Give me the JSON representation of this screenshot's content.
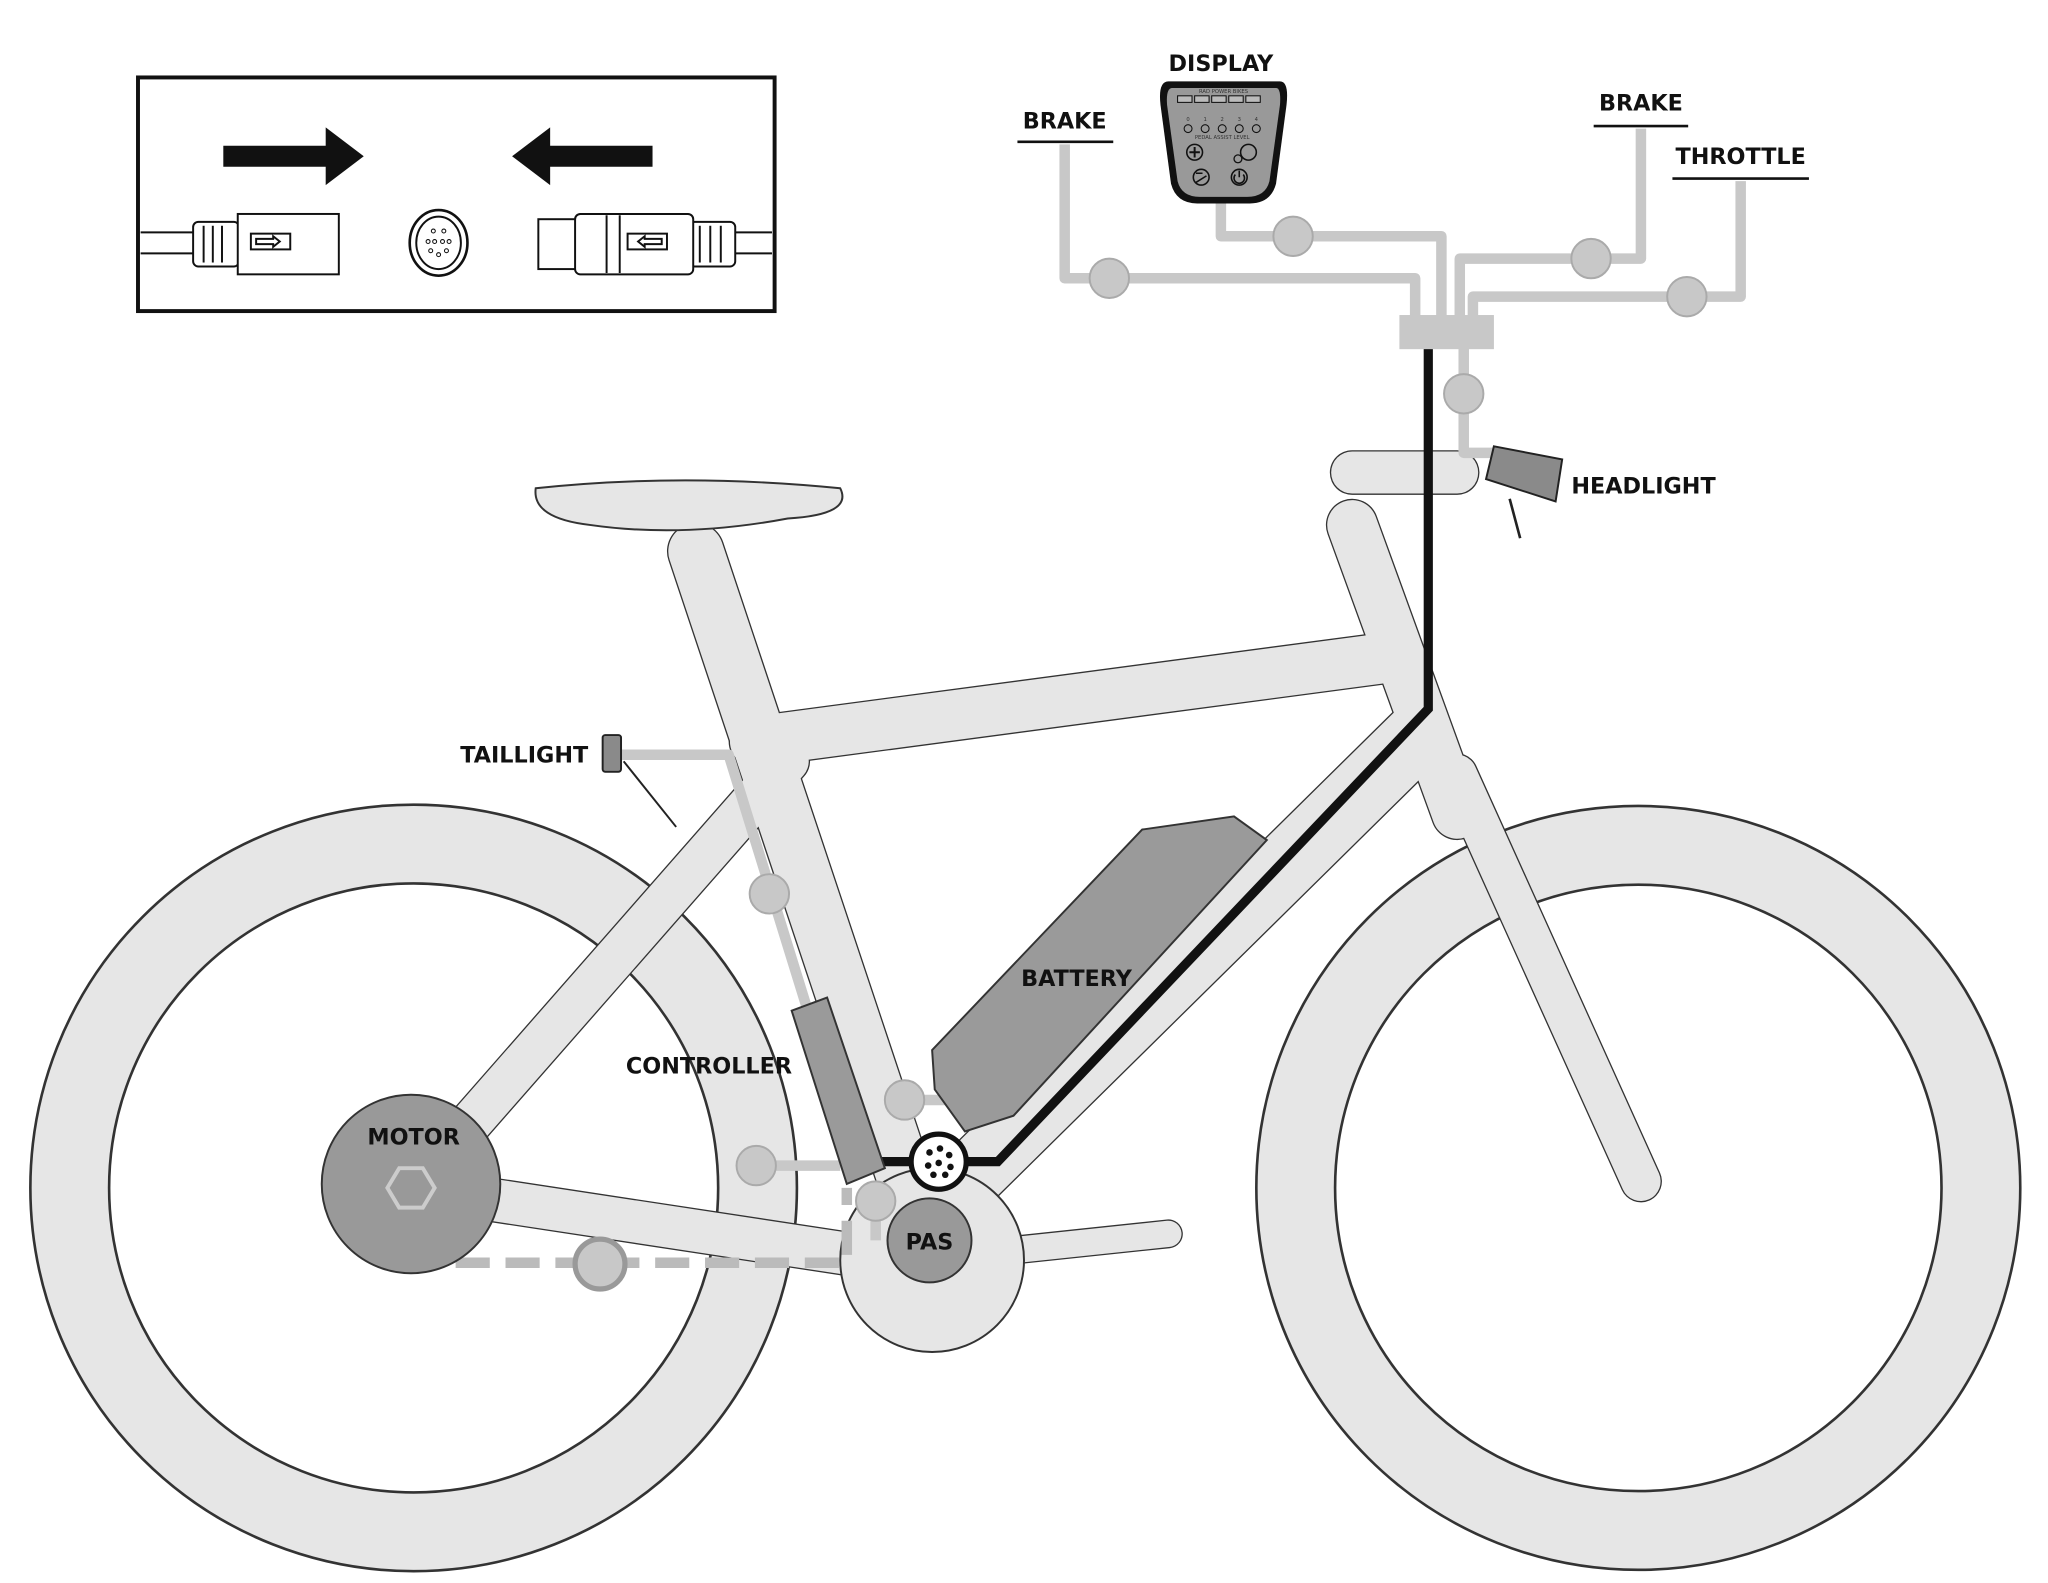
{
  "title": "E-bike wiring diagram",
  "labels": {
    "display": "DISPLAY",
    "brake_left": "BRAKE",
    "brake_right": "BRAKE",
    "throttle": "THROTTLE",
    "headlight": "HEADLIGHT",
    "taillight": "TAILLIGHT",
    "battery": "BATTERY",
    "controller": "CONTROLLER",
    "motor": "MOTOR",
    "pas": "PAS"
  },
  "display_panel": {
    "brand": "RAD POWER BIKES",
    "assist_levels": [
      "0",
      "1",
      "2",
      "3",
      "4"
    ],
    "assist_caption": "PEDAL ASSIST LEVEL",
    "battery_bars": 5
  },
  "inset": {
    "caption_icons": [
      "arrow-right-icon",
      "arrow-left-icon",
      "connector-female-icon",
      "connector-pin-face-icon",
      "connector-male-icon"
    ]
  },
  "colors": {
    "frame": "#e6e6e6",
    "outline": "#333333",
    "cable": "#c8c8c8",
    "main_cable": "#111111",
    "component": "#999999"
  }
}
